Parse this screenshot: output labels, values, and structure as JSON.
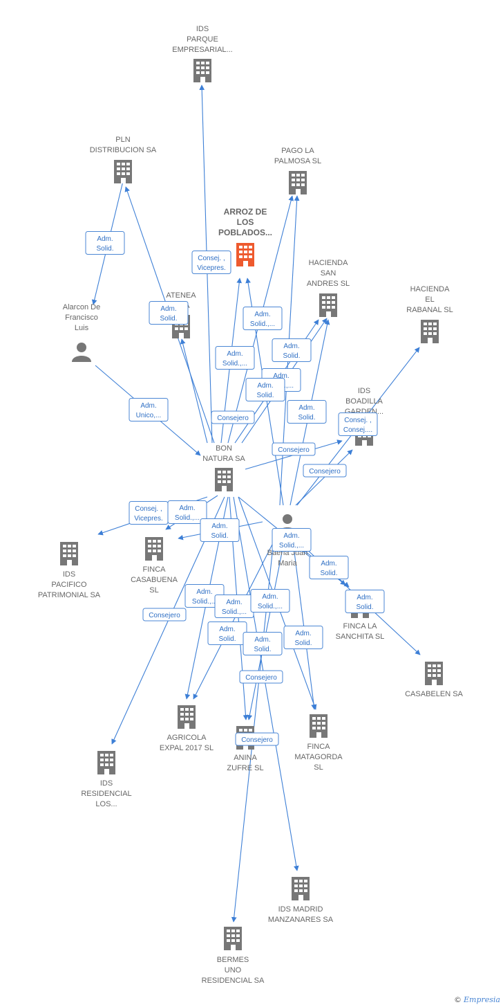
{
  "colors": {
    "building": "#777777",
    "main_building": "#ee5a2e",
    "person": "#777777",
    "edge": "#3d7fd6"
  },
  "nodes": [
    {
      "id": "ids_parque",
      "type": "company",
      "label": [
        "IDS",
        "PARQUE",
        "EMPRESARIAL..."
      ]
    },
    {
      "id": "pln",
      "type": "company",
      "label": [
        "PLN",
        "DISTRIBUCION SA"
      ]
    },
    {
      "id": "pago",
      "type": "company",
      "label": [
        "PAGO LA",
        "PALMOSA  SL"
      ]
    },
    {
      "id": "arroz",
      "type": "main",
      "label": [
        "ARROZ DE",
        "LOS",
        "POBLADOS..."
      ]
    },
    {
      "id": "hacienda_sa",
      "type": "company",
      "label": [
        "HACIENDA",
        "SAN",
        "ANDRES  SL"
      ]
    },
    {
      "id": "hacienda_el",
      "type": "company",
      "label": [
        "HACIENDA",
        "EL",
        "RABANAL  SL"
      ]
    },
    {
      "id": "atenea",
      "type": "company",
      "label": [
        "ATENEA",
        "S SA"
      ]
    },
    {
      "id": "alarcon",
      "type": "person",
      "label": [
        "Alarcon De",
        "Francisco",
        "Luis"
      ]
    },
    {
      "id": "ids_boadilla",
      "type": "company",
      "label": [
        "IDS",
        "BOADILLA",
        "GARDEN..."
      ]
    },
    {
      "id": "bon",
      "type": "company",
      "label": [
        "BON",
        "NATURA SA"
      ]
    },
    {
      "id": "baena",
      "type": "person",
      "label": [
        "Baena Juan",
        "Maria"
      ]
    },
    {
      "id": "ids_pacifico",
      "type": "company",
      "label": [
        "IDS",
        "PACIFICO",
        "PATRIMONIAL SA"
      ]
    },
    {
      "id": "finca_cas",
      "type": "company",
      "label": [
        "FINCA",
        "CASABUENA",
        "SL"
      ]
    },
    {
      "id": "finca_san",
      "type": "company",
      "label": [
        "FINCA LA",
        "SANCHITA  SL"
      ]
    },
    {
      "id": "casabelen",
      "type": "company",
      "label": [
        "CASABELEN SA"
      ]
    },
    {
      "id": "agricola",
      "type": "company",
      "label": [
        "AGRICOLA",
        "EXPAL 2017  SL"
      ]
    },
    {
      "id": "anina",
      "type": "company",
      "label": [
        "ANINA",
        "ZUFRE SL"
      ]
    },
    {
      "id": "finca_mat",
      "type": "company",
      "label": [
        "FINCA",
        "MATAGORDA",
        "SL"
      ]
    },
    {
      "id": "ids_res",
      "type": "company",
      "label": [
        "IDS",
        "RESIDENCIAL",
        "LOS..."
      ]
    },
    {
      "id": "ids_madrid",
      "type": "company",
      "label": [
        "IDS MADRID",
        "MANZANARES SA"
      ]
    },
    {
      "id": "bermes",
      "type": "company",
      "label": [
        "BERMES",
        "UNO",
        "RESIDENCIAL SA"
      ]
    }
  ],
  "edge_labels": [
    {
      "id": "e1",
      "lines": [
        "Adm.",
        "Solid."
      ]
    },
    {
      "id": "e2",
      "lines": [
        "Consej. ,",
        "Vicepres."
      ]
    },
    {
      "id": "e3",
      "lines": [
        "Adm.",
        "Solid."
      ]
    },
    {
      "id": "e4",
      "lines": [
        "Adm.",
        "Solid.,..."
      ]
    },
    {
      "id": "e5",
      "lines": [
        "Adm.",
        "Solid."
      ]
    },
    {
      "id": "e6",
      "lines": [
        "Adm.",
        "Solid.,..."
      ]
    },
    {
      "id": "e7",
      "lines": [
        "Adm.",
        "Solid.,..."
      ]
    },
    {
      "id": "e8",
      "lines": [
        "Adm.",
        "Solid."
      ]
    },
    {
      "id": "e9",
      "lines": [
        "Adm.",
        "Unico,..."
      ]
    },
    {
      "id": "e10",
      "lines": [
        "Consejero"
      ]
    },
    {
      "id": "e11",
      "lines": [
        "Adm.",
        "Solid."
      ]
    },
    {
      "id": "e12",
      "lines": [
        "Consej. ,",
        "Consej...."
      ]
    },
    {
      "id": "e13",
      "lines": [
        "Consejero"
      ]
    },
    {
      "id": "e14",
      "lines": [
        "Consejero"
      ]
    },
    {
      "id": "e15",
      "lines": [
        "Consej. ,",
        "Vicepres."
      ]
    },
    {
      "id": "e16",
      "lines": [
        "Adm.",
        "Solid.,..."
      ]
    },
    {
      "id": "e17",
      "lines": [
        "Adm.",
        "Solid."
      ]
    },
    {
      "id": "e18",
      "lines": [
        "Adm.",
        "Solid.,..."
      ]
    },
    {
      "id": "e19",
      "lines": [
        "Adm.",
        "Solid."
      ]
    },
    {
      "id": "e20",
      "lines": [
        "Adm.",
        "Solid."
      ]
    },
    {
      "id": "e21",
      "lines": [
        "Adm.",
        "Solid.,..."
      ]
    },
    {
      "id": "e22",
      "lines": [
        "Adm.",
        "Solid.,..."
      ]
    },
    {
      "id": "e23",
      "lines": [
        "Adm.",
        "Solid.,..."
      ]
    },
    {
      "id": "e24",
      "lines": [
        "Consejero"
      ]
    },
    {
      "id": "e25",
      "lines": [
        "Adm.",
        "Solid."
      ]
    },
    {
      "id": "e26",
      "lines": [
        "Adm.",
        "Solid."
      ]
    },
    {
      "id": "e27",
      "lines": [
        "Adm.",
        "Solid."
      ]
    },
    {
      "id": "e28",
      "lines": [
        "Consejero"
      ]
    },
    {
      "id": "e29",
      "lines": [
        "Consejero"
      ]
    }
  ],
  "footer": {
    "copyright": "©",
    "brand": "Empresia"
  }
}
